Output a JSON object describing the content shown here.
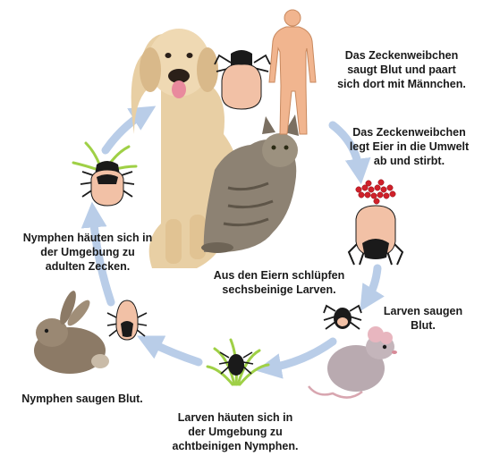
{
  "steps": [
    {
      "lines": [
        "Das Zeckenweibchen",
        "saugt Blut und paart",
        "sich dort mit Männchen."
      ]
    },
    {
      "lines": [
        "Das Zeckenweibchen",
        "legt Eier in die Umwelt",
        "ab und stirbt."
      ]
    },
    {
      "lines": [
        "Aus den Eiern schlüpfen",
        "sechsbeinige Larven."
      ]
    },
    {
      "lines": [
        "Larven saugen",
        "Blut."
      ]
    },
    {
      "lines": [
        "Larven häuten sich in",
        "der Umgebung zu",
        "achtbeinigen Nymphen."
      ]
    },
    {
      "lines": [
        "Nymphen saugen Blut."
      ]
    },
    {
      "lines": [
        "Nymphen häuten sich in",
        "der Umgebung zu",
        "adulten Zecken."
      ]
    }
  ],
  "colors": {
    "arrow": "#b9cde8",
    "tick_body": "#f2c1a6",
    "tick_dark": "#1a1a1a",
    "egg": "#d0202a",
    "grass": "#9fd046",
    "dog": "#e8cfa4",
    "cat": "#8d8273",
    "human": "#f1b58f",
    "rabbit": "#8c7a66",
    "mouse": "#b9aab0"
  },
  "icons": [
    "dog-photo",
    "cat-photo",
    "human-figure",
    "tick-icon",
    "tick-eggs-icon",
    "rabbit-photo",
    "mouse-photo",
    "grass-icon"
  ]
}
